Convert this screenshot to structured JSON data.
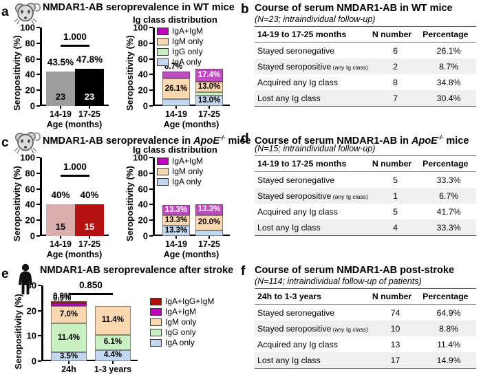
{
  "panels": {
    "a": {
      "letter": "a",
      "title": "NMDAR1-AB seroprevalence in WT mice",
      "subtitle": "Ig class distribution",
      "icon": "mouse-icon",
      "left_chart": {
        "ylabel": "Seropositivity (%)",
        "xlabel": "Age (months)",
        "yticks": [
          "0",
          "20",
          "40",
          "60",
          "80",
          "100"
        ],
        "ylim": [
          0,
          100
        ],
        "pvalue": "1.000",
        "categories": [
          "14-19",
          "17-25"
        ],
        "values": [
          43.5,
          47.8
        ],
        "toplabels": [
          "43.5%",
          "47.8%"
        ],
        "counts": [
          "23",
          "23"
        ],
        "colors": [
          "#9d9d9d",
          "#000000"
        ],
        "count_text_colors": [
          "#000000",
          "#ffffff"
        ]
      },
      "right_chart": {
        "ylabel": "Seropositivity (%)",
        "xlabel": "Age (months)",
        "yticks": [
          "0",
          "20",
          "40",
          "60",
          "80",
          "100"
        ],
        "ylim": [
          0,
          100
        ],
        "categories": [
          "14-19",
          "17-25"
        ],
        "legend": [
          {
            "label": "IgA+IgM",
            "color": "#bd00bd"
          },
          {
            "label": "IgM only",
            "color": "#fbd8b0"
          },
          {
            "label": "IgG only",
            "color": "#c9f0c0"
          },
          {
            "label": "IgA only",
            "color": "#c3d8f0"
          }
        ],
        "series": [
          {
            "name": "IgA only",
            "color": "#c3d8f0",
            "values": [
              8.7,
              13.0
            ],
            "labels": [
              "8.7%",
              "13.0%"
            ],
            "text": "#000000"
          },
          {
            "name": "IgG only",
            "color": "#c9f0c0",
            "values": [
              0,
              4.4
            ],
            "labels": [
              "",
              "4.4%"
            ],
            "text": "#000000"
          },
          {
            "name": "IgM only",
            "color": "#fbd8b0",
            "values": [
              26.1,
              13.0
            ],
            "labels": [
              "26.1%",
              "13.0%"
            ],
            "text": "#000000"
          },
          {
            "name": "IgA+IgM",
            "color": "#c04ac0",
            "values": [
              8.7,
              17.4
            ],
            "labels": [
              "8.7%",
              "17.4%"
            ],
            "text": "#ffffff"
          }
        ]
      }
    },
    "b": {
      "letter": "b",
      "title": "Course of serum NMDAR1-AB in WT mice",
      "subtitle": "(N=23; intraindividual follow-up)",
      "headers": [
        "14-19 to 17-25 months",
        "N number",
        "Percentage"
      ],
      "rows": [
        {
          "label": "Stayed seronegative",
          "note": "",
          "n": "6",
          "pct": "26.1%"
        },
        {
          "label": "Stayed seropositive",
          "note": "(any Ig class)",
          "n": "2",
          "pct": "8.7%"
        },
        {
          "label": "Acquired any Ig class",
          "note": "",
          "n": "8",
          "pct": "34.8%"
        },
        {
          "label": "Lost any Ig class",
          "note": "",
          "n": "7",
          "pct": "30.4%"
        }
      ]
    },
    "c": {
      "letter": "c",
      "title_pre": "NMDAR1-AB seroprevalence in ",
      "title_gene": "ApoE",
      "title_sup": "-/-",
      "title_post": " mice",
      "subtitle": "Ig class distribution",
      "icon": "mouse-icon",
      "left_chart": {
        "ylabel": "Seropositivity (%)",
        "xlabel": "Age (months)",
        "yticks": [
          "0",
          "20",
          "40",
          "60",
          "80",
          "100"
        ],
        "ylim": [
          0,
          100
        ],
        "pvalue": "1.000",
        "categories": [
          "14-19",
          "17-25"
        ],
        "values": [
          40,
          40
        ],
        "toplabels": [
          "40%",
          "40%"
        ],
        "counts": [
          "15",
          "15"
        ],
        "colors": [
          "#dbaeae",
          "#b51111"
        ],
        "count_text_colors": [
          "#000000",
          "#ffffff"
        ]
      },
      "right_chart": {
        "ylabel": "Seropositivity (%)",
        "xlabel": "Age (months)",
        "yticks": [
          "0",
          "20",
          "40",
          "60",
          "80",
          "100"
        ],
        "ylim": [
          0,
          100
        ],
        "categories": [
          "14-19",
          "17-25"
        ],
        "legend": [
          {
            "label": "IgA+IgM",
            "color": "#bd00bd"
          },
          {
            "label": "IgM only",
            "color": "#fbd8b0"
          },
          {
            "label": "IgA only",
            "color": "#c3d8f0"
          }
        ],
        "series": [
          {
            "name": "IgA only",
            "color": "#c3d8f0",
            "values": [
              13.3,
              6.7
            ],
            "labels": [
              "13.3%",
              "6.7%"
            ],
            "text": "#000000"
          },
          {
            "name": "IgM only",
            "color": "#fbd8b0",
            "values": [
              13.3,
              20.0
            ],
            "labels": [
              "13.3%",
              "20.0%"
            ],
            "text": "#000000"
          },
          {
            "name": "IgA+IgM",
            "color": "#c04ac0",
            "values": [
              13.3,
              13.3
            ],
            "labels": [
              "13.3%",
              "13.3%"
            ],
            "text": "#ffffff"
          }
        ]
      }
    },
    "d": {
      "letter": "d",
      "title_pre": "Course of serum NMDAR1-AB in ",
      "title_gene": "ApoE",
      "title_sup": "-/-",
      "title_post": " mice",
      "subtitle": "(N=15; intraindividual follow-up)",
      "headers": [
        "14-19 to 17-25 months",
        "N number",
        "Percentage"
      ],
      "rows": [
        {
          "label": "Stayed seronegative",
          "note": "",
          "n": "5",
          "pct": "33.3%"
        },
        {
          "label": "Stayed seropositive",
          "note": "(any Ig class)",
          "n": "1",
          "pct": "6.7%"
        },
        {
          "label": "Acquired any Ig class",
          "note": "",
          "n": "5",
          "pct": "41.7%"
        },
        {
          "label": "Lost any Ig class",
          "note": "",
          "n": "4",
          "pct": "33.3%"
        }
      ]
    },
    "e": {
      "letter": "e",
      "title": "NMDAR1-AB seroprevalence after stroke",
      "icon": "human-icon",
      "chart": {
        "ylabel": "Seropositivity (%)",
        "yticks": [
          "0",
          "10",
          "20",
          "30"
        ],
        "ylim": [
          0,
          30
        ],
        "pvalue": "0.850",
        "categories": [
          "24h",
          "1-3 years"
        ],
        "legend": [
          {
            "label": "IgA+IgG+IgM",
            "color": "#b00d0d"
          },
          {
            "label": "IgA+IgM",
            "color": "#bd00bd"
          },
          {
            "label": "IgM only",
            "color": "#fbd8b0"
          },
          {
            "label": "IgG only",
            "color": "#c9f0c0"
          },
          {
            "label": "IgA only",
            "color": "#c3d8f0"
          }
        ],
        "series": [
          {
            "name": "IgA only",
            "color": "#c3d8f0",
            "values": [
              3.5,
              4.4
            ],
            "labels": [
              "3.5%",
              "4.4%"
            ],
            "text": "#000000"
          },
          {
            "name": "IgG only",
            "color": "#c9f0c0",
            "values": [
              11.4,
              6.1
            ],
            "labels": [
              "11.4%",
              "6.1%"
            ],
            "text": "#000000"
          },
          {
            "name": "IgM only",
            "color": "#fbd8b0",
            "values": [
              7.0,
              11.4
            ],
            "labels": [
              "7.0%",
              "11.4%"
            ],
            "text": "#000000"
          },
          {
            "name": "IgA+IgM",
            "color": "#bd00bd",
            "values": [
              0.9,
              0
            ],
            "labels": [
              "0.9%",
              ""
            ],
            "text": "#000000"
          },
          {
            "name": "IgA+IgG+IgM",
            "color": "#b00d0d",
            "values": [
              0.9,
              0
            ],
            "labels": [
              "0.9%",
              ""
            ],
            "text": "#000000"
          }
        ]
      }
    },
    "f": {
      "letter": "f",
      "title": "Course of serum NMDAR1-AB post-stroke",
      "subtitle": "(N=114; intraindividual follow-up of patients)",
      "headers": [
        "24h to 1-3 years",
        "N number",
        "Percentage"
      ],
      "rows": [
        {
          "label": "Stayed seronegative",
          "note": "",
          "n": "74",
          "pct": "64.9%"
        },
        {
          "label": "Stayed seropositive",
          "note": "(any Ig class)",
          "n": "10",
          "pct": "8.8%"
        },
        {
          "label": "Acquired any Ig class",
          "note": "",
          "n": "13",
          "pct": "11.4%"
        },
        {
          "label": "Lost any Ig class",
          "note": "",
          "n": "17",
          "pct": "14.9%"
        }
      ]
    }
  }
}
